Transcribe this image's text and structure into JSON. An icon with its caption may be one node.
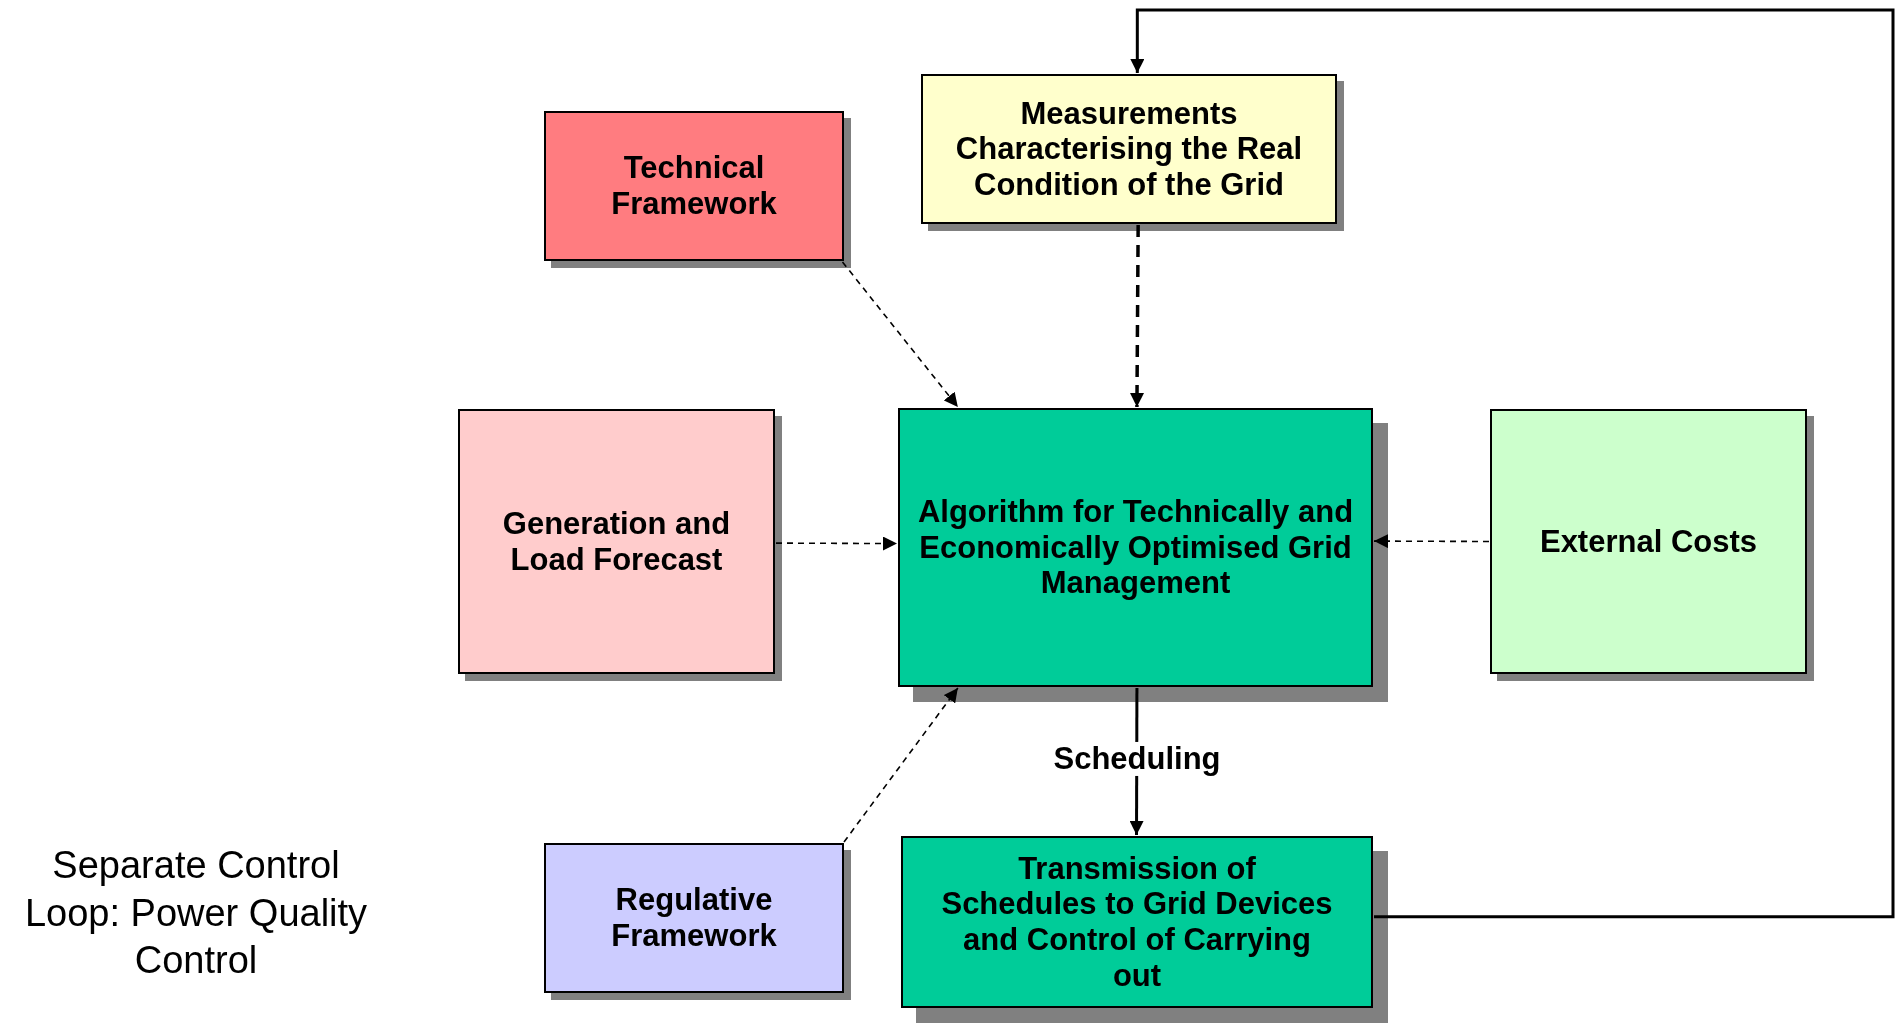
{
  "diagram": {
    "nodes": [
      {
        "text": [
          "Measurements Characterising the Real Condition of the Grid"
        ]
      },
      {
        "text": [
          "Technical Framework"
        ]
      },
      {
        "text": [
          "Generation and Load Forecast"
        ]
      },
      {
        "text": [
          "Algorithm for Technically and Economically Optimised Grid Management"
        ]
      },
      {
        "text": [
          "External Costs"
        ]
      },
      {
        "text": [
          "Regulative Framework"
        ]
      },
      {
        "text": [
          "Transmission of Schedules to Grid Devices and Control of Carrying out"
        ]
      }
    ],
    "edges": [
      {
        "from": 1,
        "to": 3,
        "arrow": "to",
        "style": "dashed"
      },
      {
        "from": 0,
        "to": 3,
        "arrow": "to",
        "style": "dashed"
      },
      {
        "from": 2,
        "to": 3,
        "arrow": "to",
        "style": "dashed"
      },
      {
        "from": 4,
        "to": 3,
        "arrow": "to",
        "style": "dashed"
      },
      {
        "from": 5,
        "to": 3,
        "arrow": "to",
        "style": "dashed"
      },
      {
        "from": 3,
        "to": 6,
        "arrow": "to",
        "label": "Scheduling"
      },
      {
        "from": 6,
        "to": 0,
        "arrow": "to"
      }
    ],
    "labels": [
      "Separate Control Loop: Power Quality Control"
    ]
  }
}
